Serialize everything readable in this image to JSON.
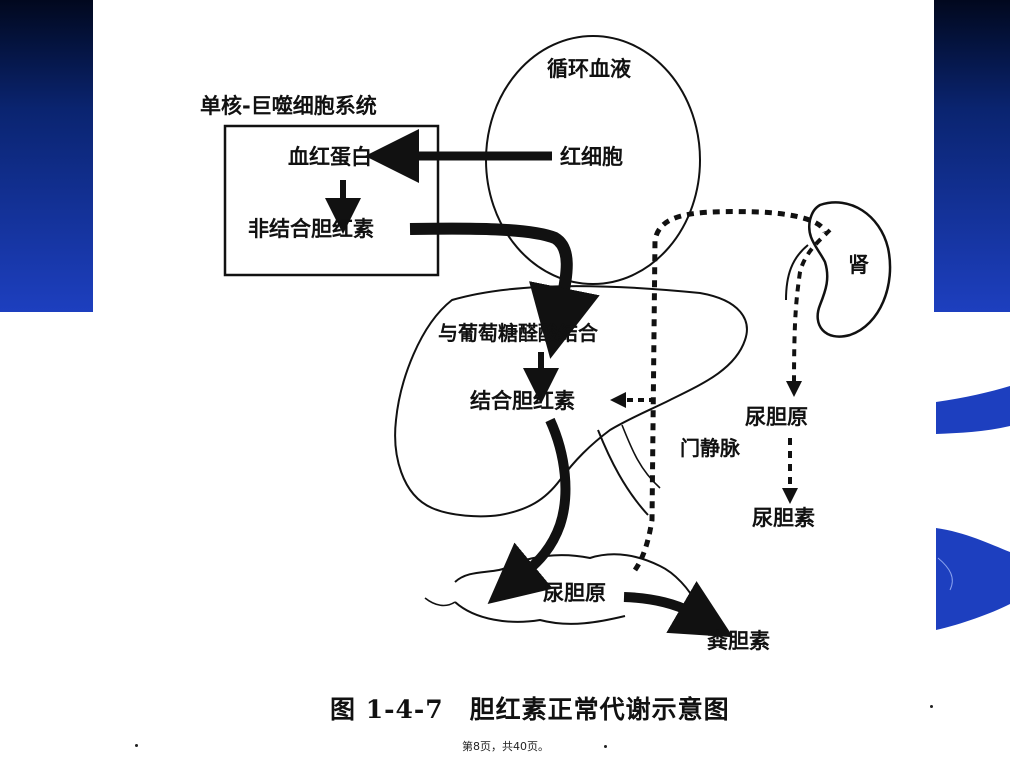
{
  "diagram": {
    "box_title": "单核-巨噬细胞系统",
    "circulating_blood": "循环血液",
    "rbc": "红细胞",
    "hemoglobin": "血红蛋白",
    "unconjugated_bilirubin": "非结合胆红素",
    "glucuronide": "与葡萄糖醛酸结合",
    "conjugated_bilirubin": "结合胆红素",
    "kidney": "肾",
    "urobilinogen_kidney": "尿胆原",
    "urobilin": "尿胆素",
    "portal_vein": "门静脉",
    "urobilinogen_intestine": "尿胆原",
    "stercobilin": "粪胆素"
  },
  "caption": {
    "figure_number": "图 1-4-7",
    "title": "胆红素正常代谢示意图"
  },
  "footer": {
    "page_info": "第8页，共40页。"
  },
  "colors": {
    "slide_blue": "#1d3fbf",
    "slide_dark": "#01081e",
    "ink": "#111111"
  }
}
